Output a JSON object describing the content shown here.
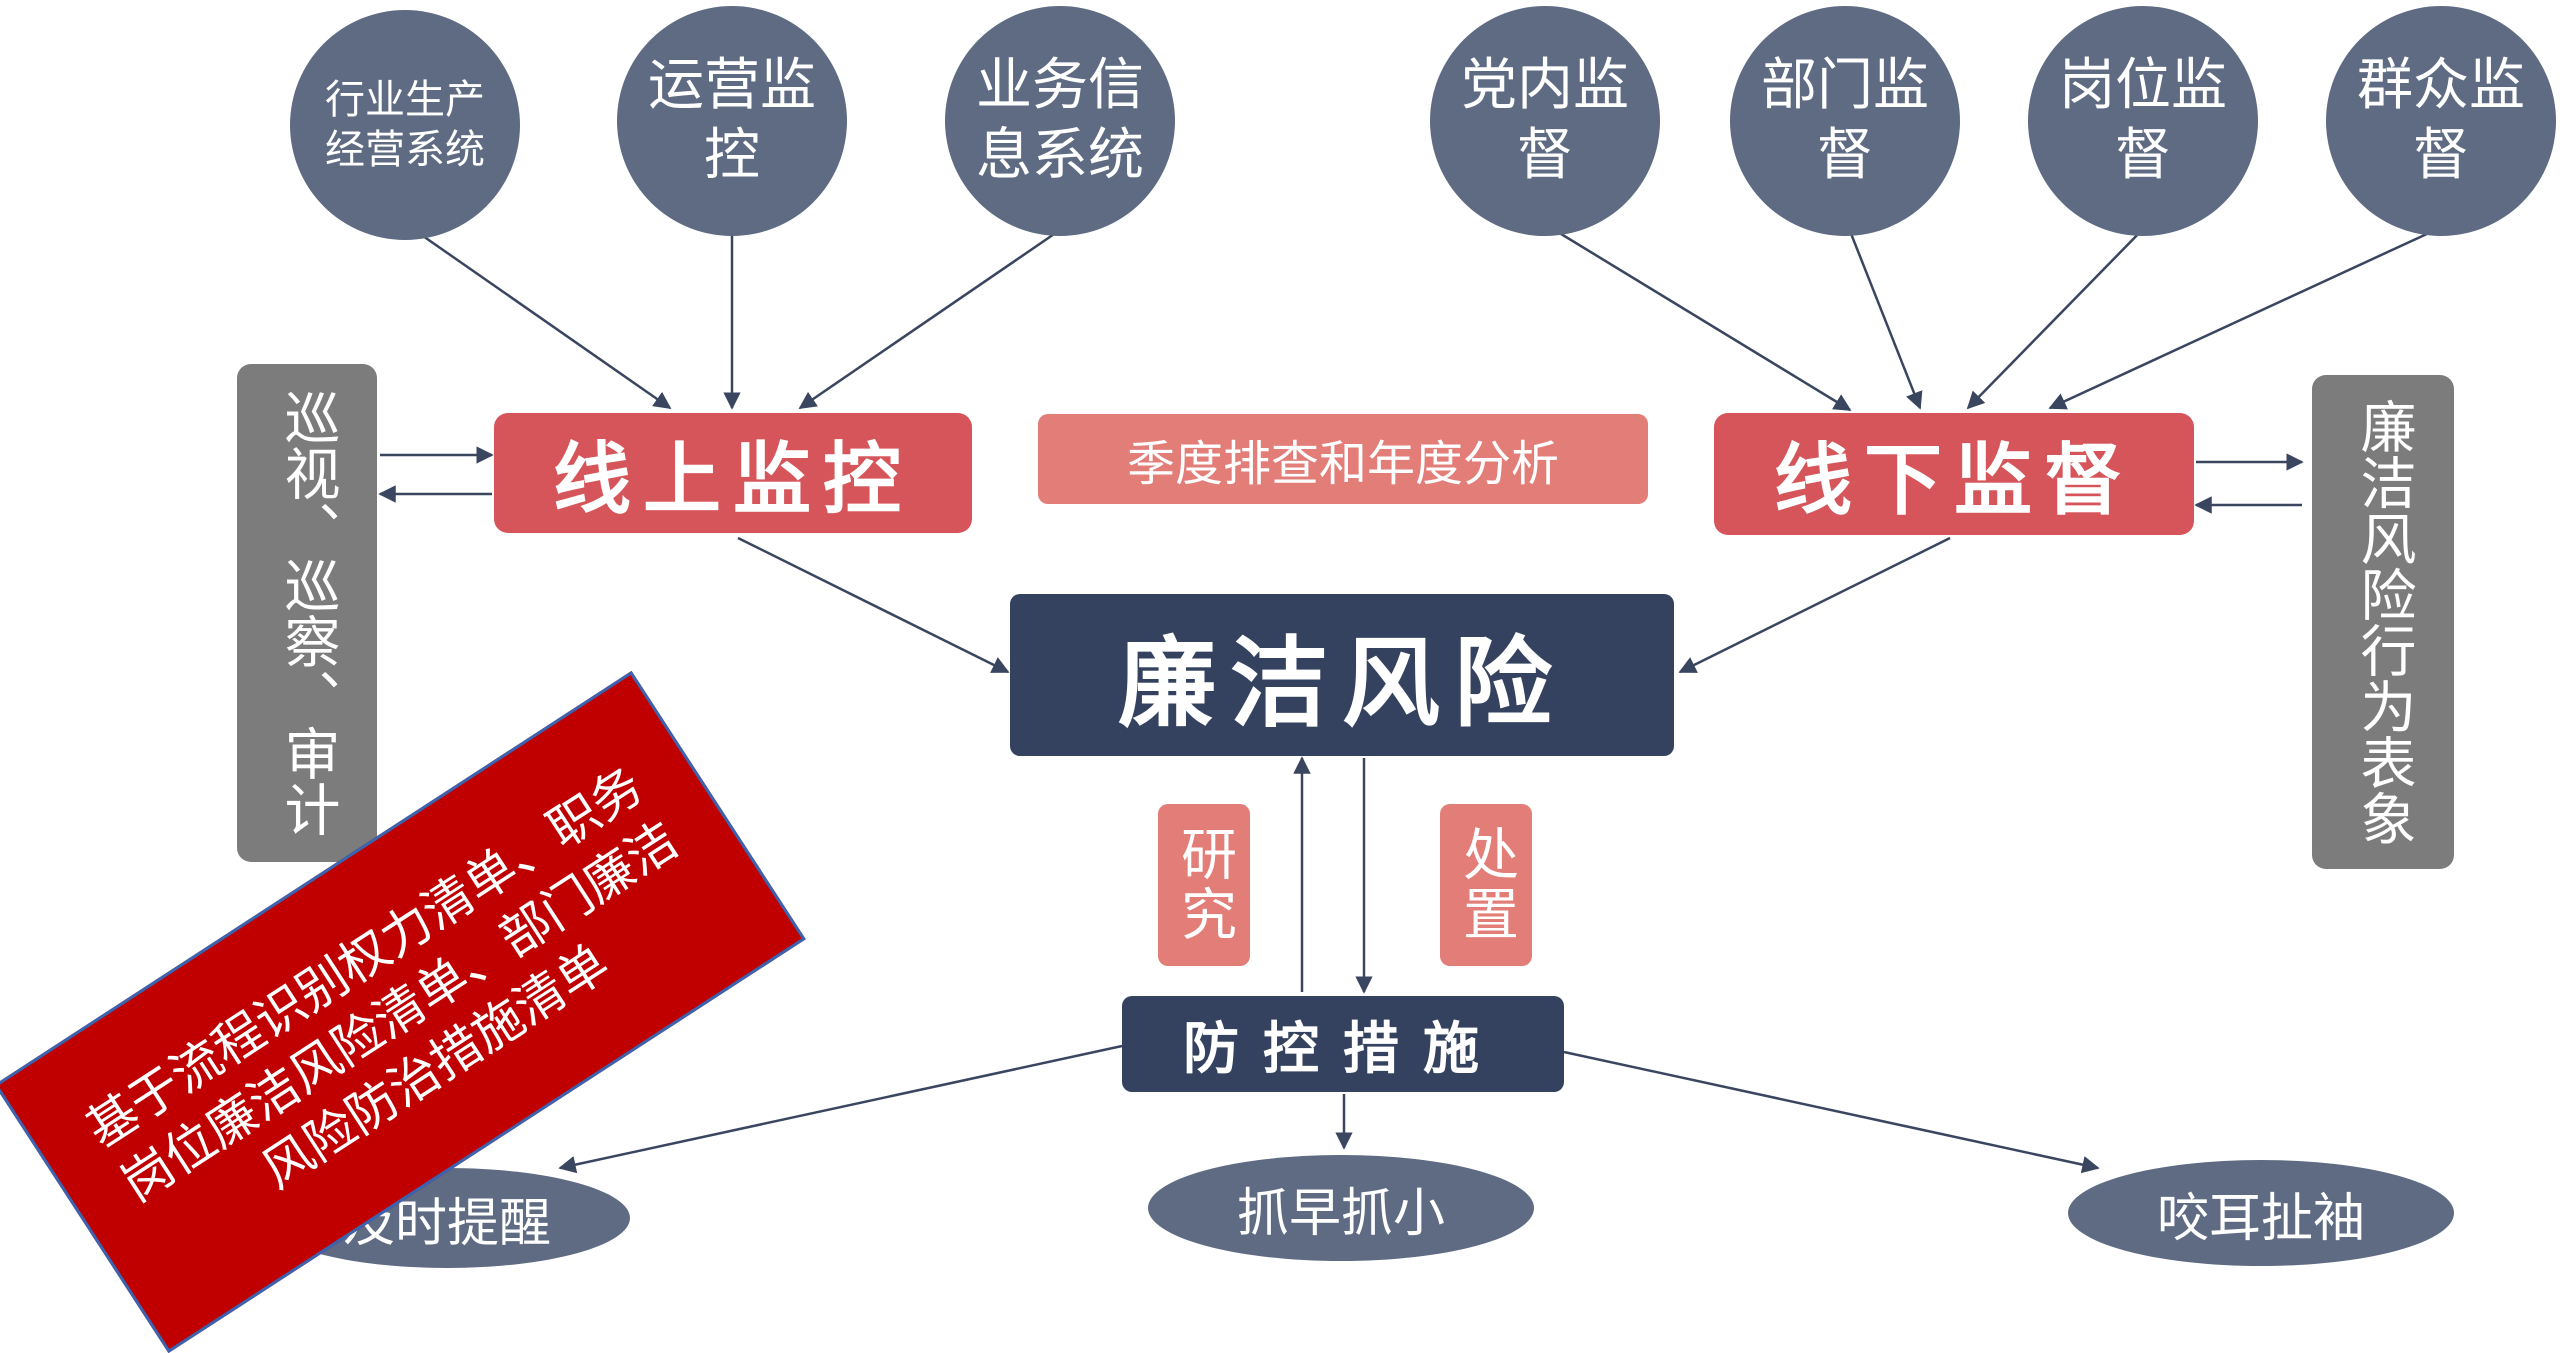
{
  "top_left_sources": [
    "行业生产经营系统",
    "运营监控",
    "业务信息系统"
  ],
  "top_right_sources": [
    "党内监督",
    "部门监督",
    "岗位监督",
    "群众监督"
  ],
  "online": "线上监控",
  "offline": "线下监督",
  "analysis": "季度排查和年度分析",
  "left_side": "巡视、巡察、审计",
  "right_side": "廉洁风险行为表象",
  "center": "廉洁风险",
  "research": "研究",
  "handle": "处置",
  "measures": "防控措施",
  "outcomes": [
    "及时提醒",
    "抓早抓小",
    "咬耳扯袖"
  ],
  "banner_lines": [
    "基于流程识别权力清单、职务",
    "岗位廉洁风险清单、部门廉洁",
    "风险防治措施清单"
  ],
  "colors": {
    "circle": "#5f6b82",
    "red": "#d5555a",
    "pink": "#e27d78",
    "navy": "#34425f",
    "gray": "#7c7c7c",
    "banner": "#c00000"
  }
}
